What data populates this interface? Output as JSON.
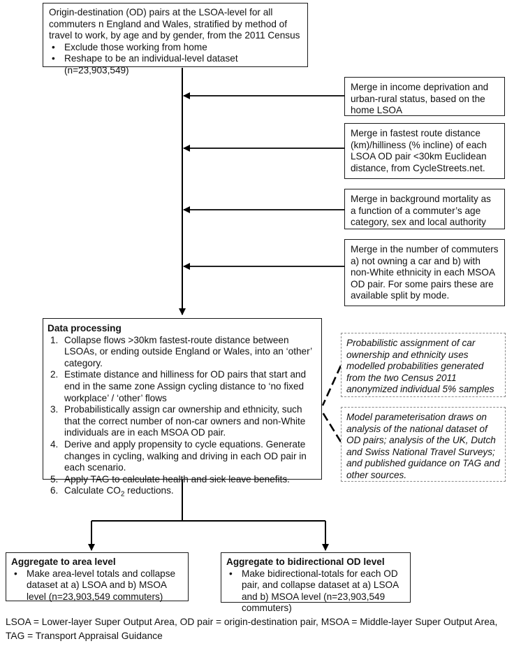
{
  "top_box": {
    "text": "Origin-destination (OD) pairs at the LSOA-level for all commuters n England and Wales, stratified by method of travel to work, by age and by gender, from the 2011 Census",
    "bullets": [
      "Exclude those working from home",
      "Reshape to be an individual-level dataset (n=23,903,549)"
    ]
  },
  "merges": [
    "Merge in income deprivation and urban-rural status, based on the home LSOA",
    "Merge in fastest route distance (km)/hilliness (% incline) of each LSOA OD pair <30km Euclidean distance, from CycleStreets.net.",
    "Merge in background mortality as a function of a commuter’s age category, sex and local authority",
    "Merge in the number of commuters a) not owning a car and b) with non-White ethnicity in each MSOA OD pair. For some pairs these are available split by mode."
  ],
  "processing": {
    "title": "Data processing",
    "steps": [
      {
        "num": "1.",
        "text": "Collapse flows >30km fastest-route distance between LSOAs, or ending outside England or Wales, into an ‘other’ category."
      },
      {
        "num": "2.",
        "text": "Estimate distance and hilliness for OD pairs that start and end in the same zone   Assign cycling distance to ‘no fixed workplace’ / ‘other’ flows"
      },
      {
        "num": "3.",
        "text": "Probabilistically assign car ownership and ethnicity, such that the correct number of non-car owners and non-White individuals are in each MSOA OD pair."
      },
      {
        "num": "4.",
        "text": "Derive and apply propensity to cycle equations.  Generate changes in cycling, walking and driving in each OD pair in each scenario."
      },
      {
        "num": "5.",
        "text": "Apply TAG to calculate health and sick leave benefits."
      },
      {
        "num": "6.",
        "text_before": "Calculate CO",
        "subscript": "2",
        "text_after": " reductions."
      }
    ]
  },
  "notes": [
    "Probabilistic assignment of car ownership and ethnicity uses modelled probabilities generated from the two Census 2011 anonymized individual 5% samples",
    "Model parameterisation draws on analysis of the national dataset of OD pairs; analysis of the UK, Dutch and Swiss National Travel Surveys; and published guidance on TAG and other sources."
  ],
  "outputs": [
    {
      "title": "Aggregate to area level",
      "text": "Make area-level totals and collapse dataset at a) LSOA and b) MSOA level  (n=23,903,549 commuters)"
    },
    {
      "title": "Aggregate to bidirectional  OD level",
      "text": "Make bidirectional-totals  for each OD pair, and collapse dataset at a) LSOA and b) MSOA level (n=23,903,549 commuters)"
    }
  ],
  "caption": "LSOA = Lower-layer Super Output Area, OD pair = origin-destination pair, MSOA = Middle-layer Super Output Area, TAG = Transport Appraisal Guidance"
}
